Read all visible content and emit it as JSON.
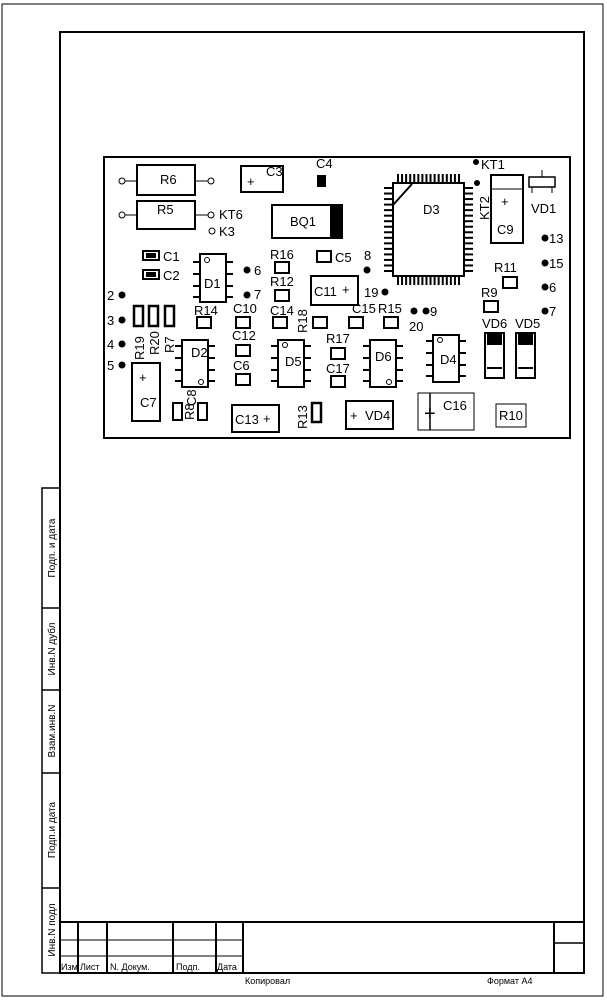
{
  "components": {
    "R6": "R6",
    "R5": "R5",
    "KT6": "KT6",
    "K3": "K3",
    "C3": "C3",
    "C4": "C4",
    "BQ1": "BQ1",
    "D3": "D3",
    "KT1": "KT1",
    "KT2": "KT2",
    "C9": "C9",
    "VD1": "VD1",
    "C1": "C1",
    "C2": "C2",
    "D1": "D1",
    "R16": "R16",
    "R12": "R12",
    "C5": "C5",
    "C11": "C11",
    "R11": "R11",
    "R9": "R9",
    "R14": "R14",
    "C10": "C10",
    "C14": "C14",
    "R18": "R18",
    "C15": "C15",
    "R15": "R15",
    "VD6": "VD6",
    "VD5": "VD5",
    "R19": "R19",
    "R20": "R20",
    "R7": "R7",
    "D2": "D2",
    "C12": "C12",
    "C6": "C6",
    "D5": "D5",
    "R17": "R17",
    "C17": "C17",
    "D6": "D6",
    "D4": "D4",
    "C7": "C7",
    "R8": "R8",
    "C8": "C8",
    "C13": "C13",
    "R13": "R13",
    "VD4": "VD4",
    "C16": "C16",
    "R10": "R10"
  },
  "pins": {
    "p2": "2",
    "p3": "3",
    "p4": "4",
    "p5": "5",
    "p6": "6",
    "p7": "7",
    "p8": "8",
    "p9": "9",
    "p13": "13",
    "p15": "15",
    "p16": "6",
    "p17": "7",
    "p19": "19",
    "p20": "20"
  },
  "polarity": {
    "plus": "+"
  },
  "sidebar": {
    "sign_date_1": "Подп. и дата",
    "inv_dubl": "Инв.N дубл",
    "vzam_inv": "Взам.инв.N",
    "sign_date_2": "Подп.и дата",
    "inv_podl": "Инв.N подл"
  },
  "title_block": {
    "izm": "Изм",
    "list": "Лист",
    "doc_no": "N. Докум.",
    "sign": "Подп.",
    "date": "Дата"
  },
  "footer": {
    "copied": "Копировал",
    "format": "Формат A4"
  }
}
